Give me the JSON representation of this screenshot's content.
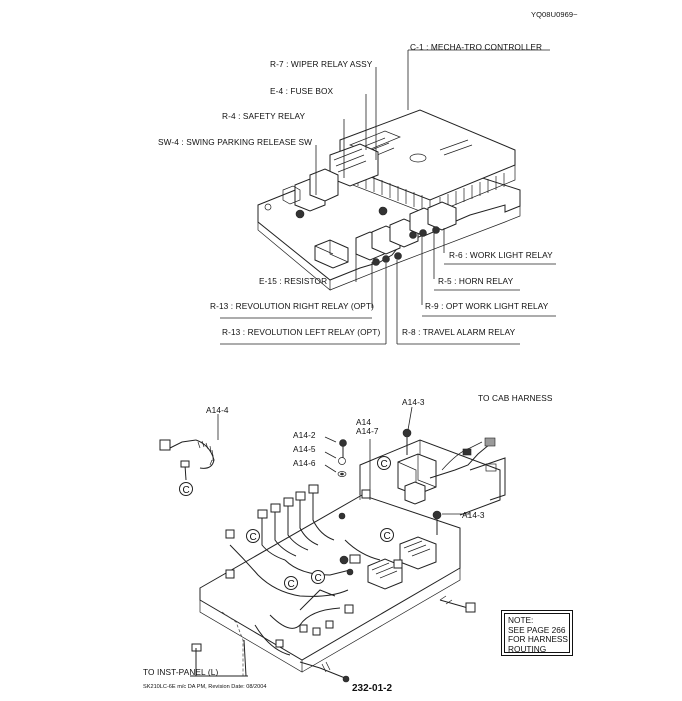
{
  "doc_id": "YQ08U0969~",
  "top_labels": {
    "c1": "C-1 :  MECHA-TRO CONTROLLER",
    "r7": "R-7 :  WIPER RELAY ASSY",
    "e4": "E-4 :  FUSE BOX",
    "r4": "R-4 :  SAFETY RELAY",
    "sw4": "SW-4 : SWING PARKING RELEASE SW",
    "r6": "R-6 :  WORK LIGHT RELAY",
    "r5": "R-5 :  HORN RELAY",
    "r9": "R-9 :  OPT WORK LIGHT RELAY",
    "e15": "E-15 :  RESISTOR",
    "r13r": "R-13 :  REVOLUTION RIGHT RELAY (OPT)",
    "r13l": "R-13 :  REVOLUTION LEFT RELAY (OPT)",
    "r8": "R-8 :  TRAVEL ALARM RELAY"
  },
  "bottom_labels": {
    "a14_4": "A14-4",
    "a14_3_top": "A14-3",
    "cab": "TO CAB HARNESS",
    "a14_2": "A14-2",
    "a14_5": "A14-5",
    "a14_6": "A14-6",
    "a14": "A14",
    "a14_7": "A14-7",
    "a14_3_mid": "A14-3",
    "inst": "TO INST-PANEL  (L)",
    "c_mark": "C"
  },
  "note": {
    "line1": "NOTE:",
    "line2": "SEE PAGE 266",
    "line3": "FOR HARNESS",
    "line4": "ROUTING"
  },
  "footer": {
    "source": "SK210LC-6E m/c DA PM, Revision Date: 08/2004",
    "page_code": "232-01-2"
  }
}
